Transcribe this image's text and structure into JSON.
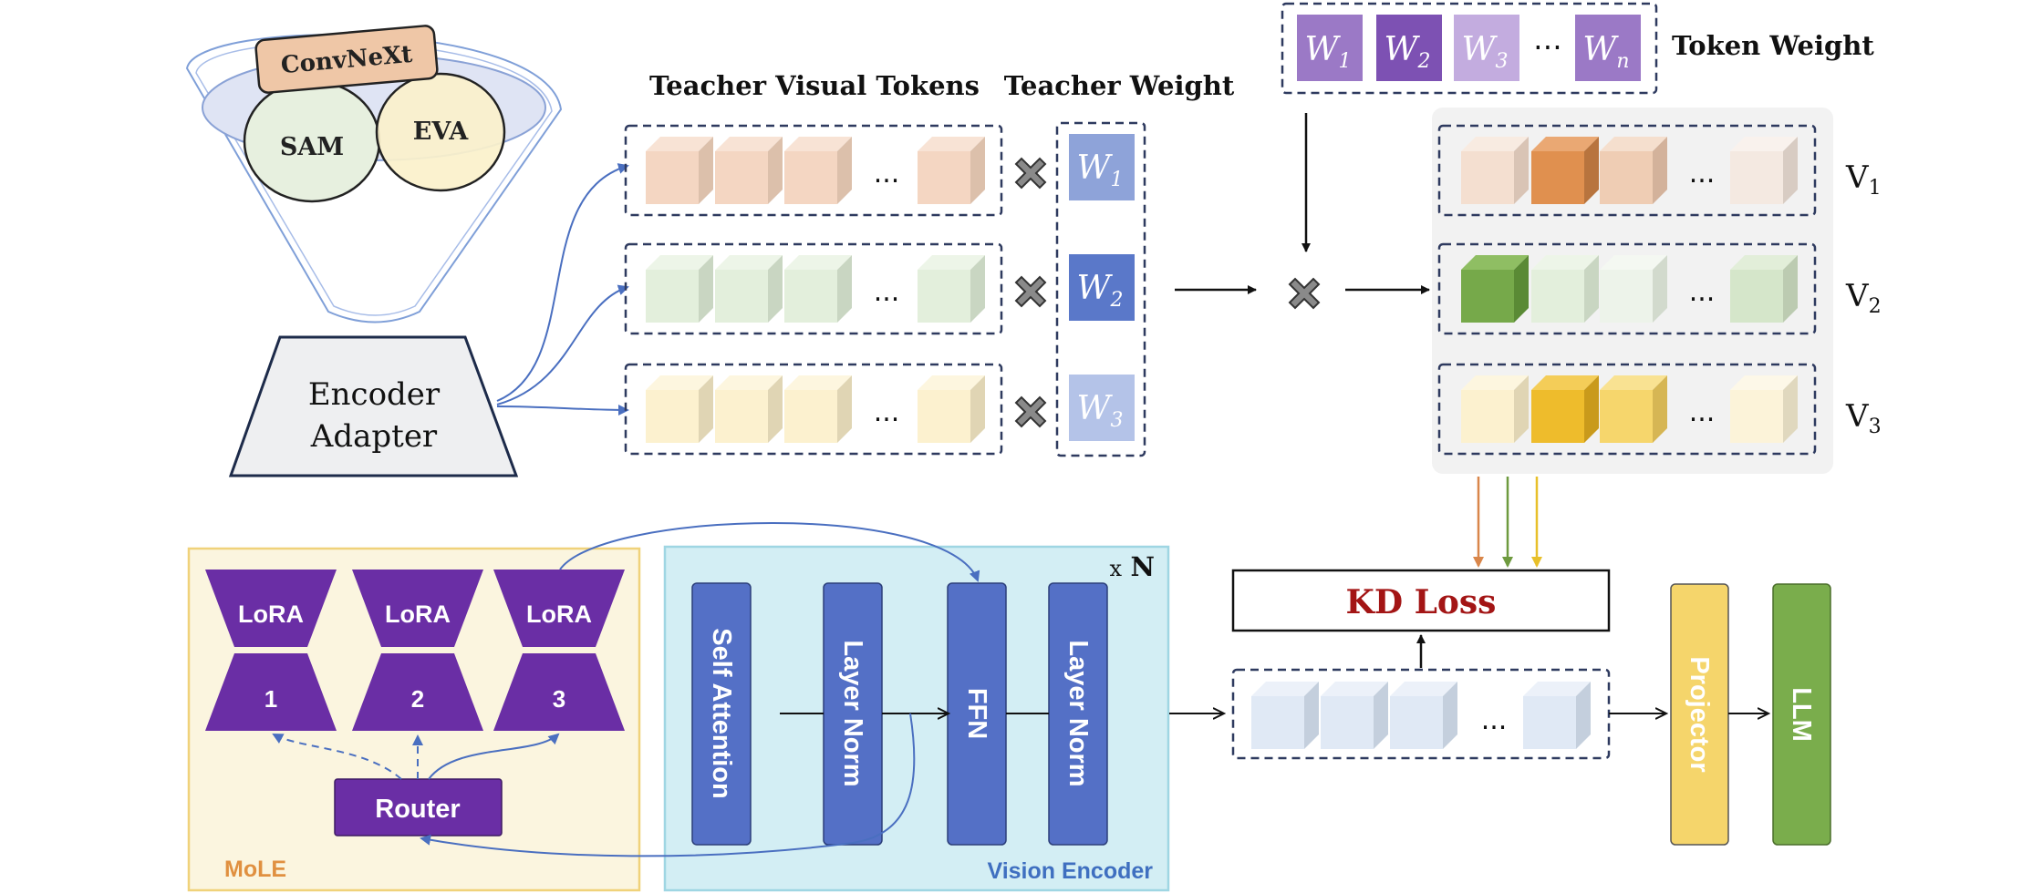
{
  "teachers": {
    "convnext": "ConvNeXt",
    "sam": "SAM",
    "eva": "EVA"
  },
  "encoder_adapter": {
    "line1": "Encoder",
    "line2": "Adapter"
  },
  "teacher_tokens": {
    "title": "Teacher Visual Tokens",
    "ellipsis": "...",
    "rows": [
      {
        "front": "#f4d6c2",
        "top": "#f8e3d5",
        "side": "#dcc0ab"
      },
      {
        "front": "#e3efdc",
        "top": "#edf5e8",
        "side": "#c9d6c2"
      },
      {
        "front": "#fcf1cf",
        "top": "#fdf6df",
        "side": "#e0d5b4"
      }
    ]
  },
  "teacher_weight": {
    "title": "Teacher Weight",
    "items": [
      {
        "sub": "1",
        "color": "#8ea3d9"
      },
      {
        "sub": "2",
        "color": "#5a78c9"
      },
      {
        "sub": "3",
        "color": "#b4c3e8"
      }
    ]
  },
  "token_weight": {
    "title": "Token Weight",
    "ellipsis": "⋯",
    "items": [
      {
        "sub": "1",
        "color": "#9b79c6"
      },
      {
        "sub": "2",
        "color": "#7d51b3"
      },
      {
        "sub": "3",
        "color": "#c3acdf"
      },
      {
        "sub": "n",
        "color": "#9b79c6"
      }
    ]
  },
  "weighted_tokens": {
    "ellipsis": "...",
    "rows": [
      {
        "label": "V",
        "sub": "1",
        "cubes": [
          {
            "front": "#f4dfd0",
            "top": "#f8ebe1",
            "side": "#d9c4b5"
          },
          {
            "front": "#e0904f",
            "top": "#eaa873",
            "side": "#b8743e"
          },
          {
            "front": "#efcdb4",
            "top": "#f5dfce",
            "side": "#d3b29b"
          },
          {
            "front": "#f4e9e1",
            "top": "#f9f2ed",
            "side": "#d8ccc3"
          }
        ]
      },
      {
        "label": "V",
        "sub": "2",
        "cubes": [
          {
            "front": "#76a94a",
            "top": "#8fbe63",
            "side": "#5a8a35"
          },
          {
            "front": "#e3efdc",
            "top": "#edf5e8",
            "side": "#c9d6c2"
          },
          {
            "front": "#edf3ea",
            "top": "#f4f8f2",
            "side": "#d2dacd"
          },
          {
            "front": "#d5e6ca",
            "top": "#e2eed9",
            "side": "#bccbb1"
          }
        ]
      },
      {
        "label": "V",
        "sub": "3",
        "cubes": [
          {
            "front": "#fcf1cf",
            "top": "#fdf6df",
            "side": "#e0d5b4"
          },
          {
            "front": "#eebc2c",
            "top": "#f4cd58",
            "side": "#c99a1b"
          },
          {
            "front": "#f6d66c",
            "top": "#f9e292",
            "side": "#d6b654"
          },
          {
            "front": "#fcf3d9",
            "top": "#fdf8e8",
            "side": "#e0d8be"
          }
        ]
      }
    ]
  },
  "kd_loss": {
    "label": "KD Loss",
    "arrow_colors": [
      "#d9864a",
      "#6e9a3f",
      "#e8c02a"
    ]
  },
  "mole": {
    "label": "MoLE",
    "experts": [
      {
        "top": "LoRA",
        "bottom": "1"
      },
      {
        "top": "LoRA",
        "bottom": "2"
      },
      {
        "top": "LoRA",
        "bottom": "3"
      }
    ],
    "router": "Router"
  },
  "vision_encoder": {
    "label": "Vision Encoder",
    "repeat_prefix": "x",
    "repeat_n": "N",
    "blocks": [
      "Self Attention",
      "Layer Norm",
      "FFN",
      "Layer Norm"
    ]
  },
  "student_tokens": {
    "ellipsis": "...",
    "cube": {
      "front": "#e0e9f5",
      "top": "#ecf1f9",
      "side": "#c4cfdd"
    }
  },
  "projector": {
    "label": "Projector",
    "color": "#f5d56b"
  },
  "llm": {
    "label": "LLM",
    "color": "#7aad4c"
  },
  "colors": {
    "purple": "#6a2ea5",
    "block_blue": "#5470c6",
    "kd_red": "#a31515",
    "dash": "#2e3a5f",
    "arrow_blue": "#4a6fc0"
  }
}
